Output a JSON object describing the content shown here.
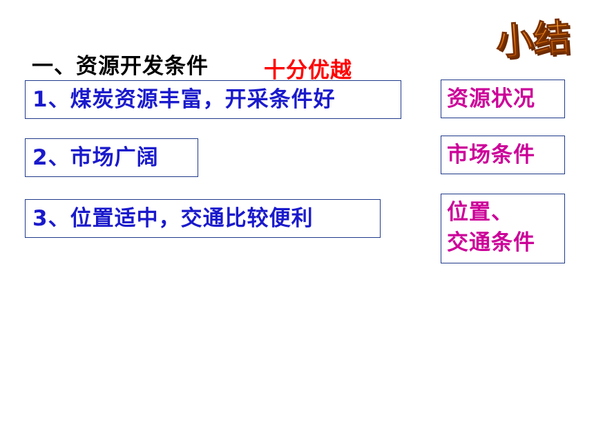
{
  "heading": "一、资源开发条件",
  "highlight": "十分优越",
  "badge_text": "小结",
  "items": [
    "1、煤炭资源丰富，开采条件好",
    "2、市场广阔",
    "3、位置适中，交通比较便利"
  ],
  "tags": [
    "资源状况",
    "市场条件",
    "位置、",
    "交通条件"
  ],
  "colors": {
    "heading": "#000000",
    "highlight": "#ff0000",
    "item_text": "#1a1acc",
    "tag_text": "#cc0099",
    "border": "#1f3a8a",
    "badge": "#e07010"
  }
}
